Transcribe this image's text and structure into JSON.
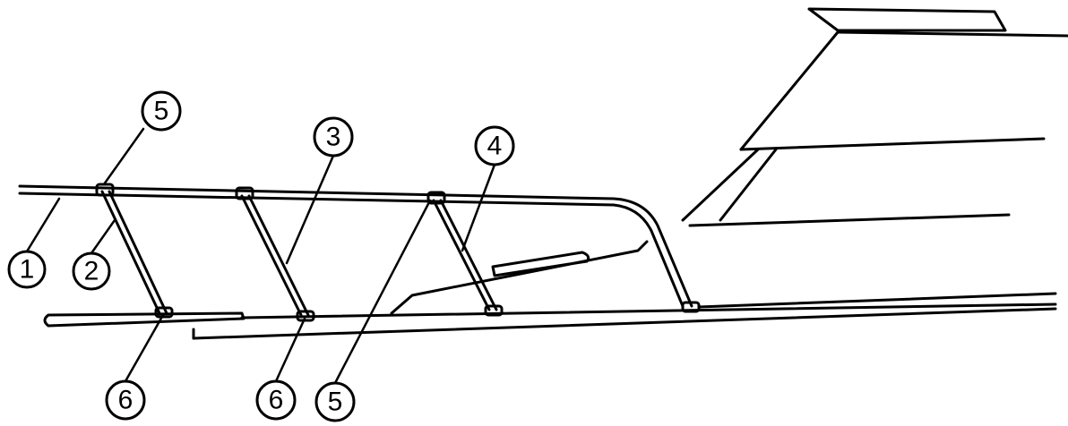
{
  "callouts": [
    {
      "id": "c1",
      "label": "1"
    },
    {
      "id": "c2",
      "label": "2"
    },
    {
      "id": "c3",
      "label": "3"
    },
    {
      "id": "c4",
      "label": "4"
    },
    {
      "id": "c5a",
      "label": "5"
    },
    {
      "id": "c5b",
      "label": "5"
    },
    {
      "id": "c6a",
      "label": "6"
    },
    {
      "id": "c6b",
      "label": "6"
    }
  ],
  "colors": {
    "ink": "#000000",
    "background": "#ffffff"
  }
}
